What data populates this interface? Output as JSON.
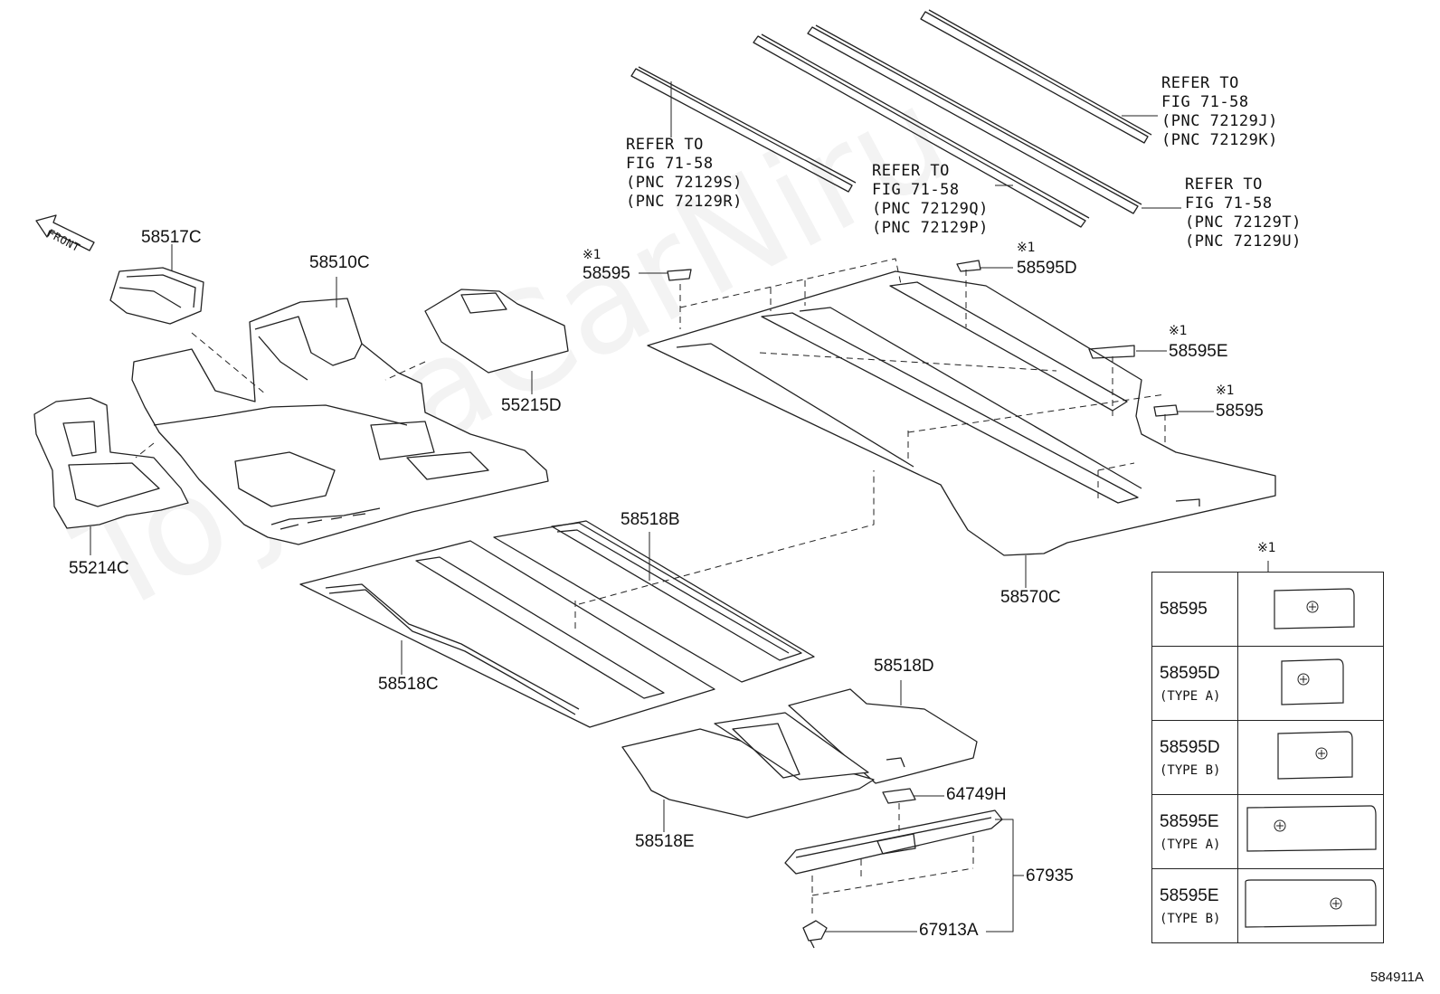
{
  "watermark": "ToyotaCarNiru",
  "front_label": "FRONT",
  "callouts": [
    {
      "key": "c55214c",
      "text": "55214C"
    },
    {
      "key": "c58517c",
      "text": "58517C"
    },
    {
      "key": "c58510c",
      "text": "58510C"
    },
    {
      "key": "c55215d",
      "text": "55215D"
    },
    {
      "key": "c58518b",
      "text": "58518B"
    },
    {
      "key": "c58518c",
      "text": "58518C"
    },
    {
      "key": "c58518d",
      "text": "58518D"
    },
    {
      "key": "c58518e",
      "text": "58518E"
    },
    {
      "key": "c64749h",
      "text": "64749H"
    },
    {
      "key": "c67935",
      "text": "67935"
    },
    {
      "key": "c67913a",
      "text": "67913A"
    },
    {
      "key": "c58570c",
      "text": "58570C"
    },
    {
      "key": "c58595a",
      "text": "58595"
    },
    {
      "key": "c58595d",
      "text": "58595D"
    },
    {
      "key": "c58595e",
      "text": "58595E"
    },
    {
      "key": "c58595b",
      "text": "58595"
    }
  ],
  "notes": {
    "mark": "※1"
  },
  "refer_blocks": [
    {
      "lines": [
        "REFER TO",
        "FIG 71-58",
        "(PNC 72129S)",
        "(PNC 72129R)"
      ]
    },
    {
      "lines": [
        "REFER TO",
        "FIG 71-58",
        "(PNC 72129Q)",
        "(PNC 72129P)"
      ]
    },
    {
      "lines": [
        "REFER TO",
        "FIG 71-58",
        "(PNC 72129J)",
        "(PNC 72129K)"
      ]
    },
    {
      "lines": [
        "REFER TO",
        "FIG 71-58",
        "(PNC 72129T)",
        "(PNC 72129U)"
      ]
    }
  ],
  "legend": {
    "header_mark": "※1",
    "rows": [
      {
        "code": "58595",
        "type": ""
      },
      {
        "code": "58595D",
        "type": "(TYPE A)"
      },
      {
        "code": "58595D",
        "type": "(TYPE B)"
      },
      {
        "code": "58595E",
        "type": "(TYPE A)"
      },
      {
        "code": "58595E",
        "type": "(TYPE B)"
      }
    ]
  },
  "figure_ref": "584911A"
}
